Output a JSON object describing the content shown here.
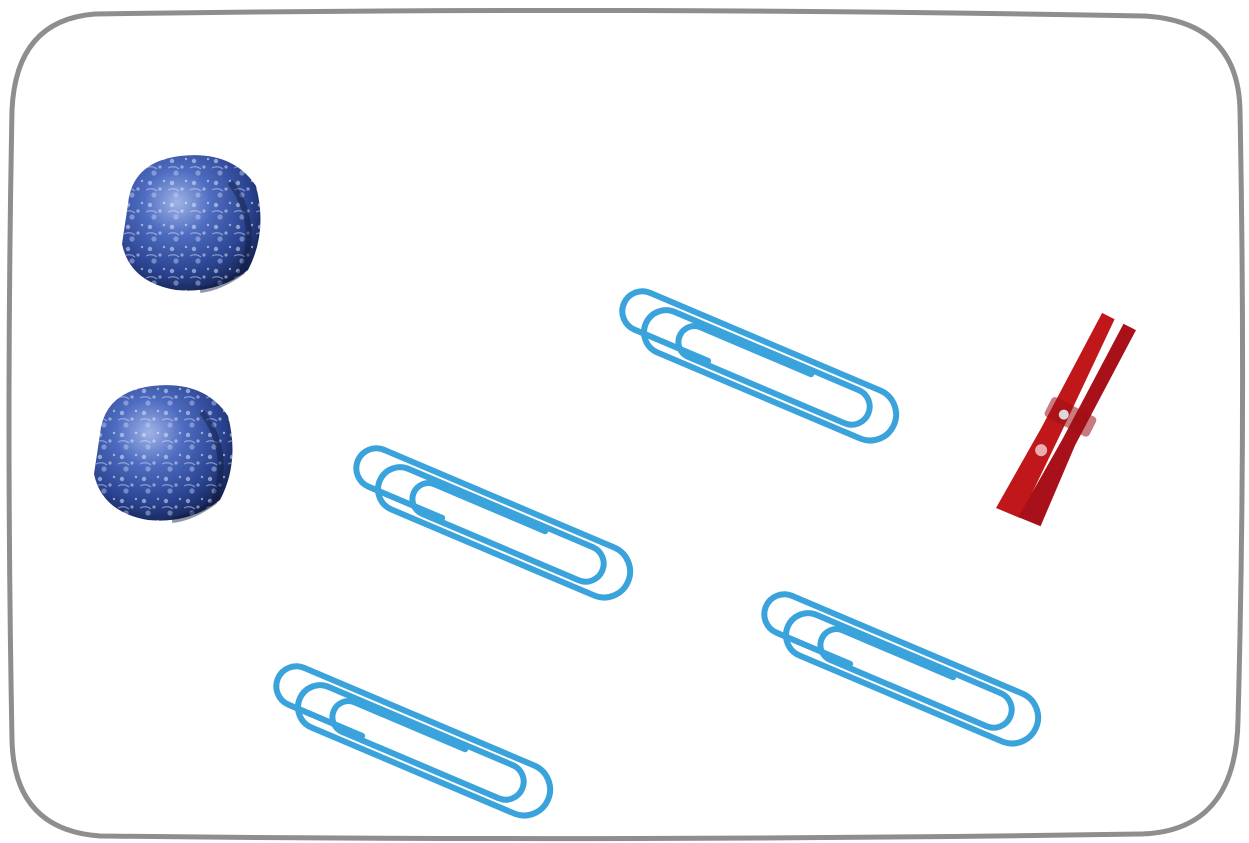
{
  "scene": {
    "background": "#ffffff",
    "frame_color": "#8e8e8e",
    "objects": [
      {
        "kind": "rock",
        "icon": "rock-icon",
        "color": "#2c4a9e",
        "count": 2
      },
      {
        "kind": "paper-clip",
        "icon": "paper-clip-icon",
        "color": "#3aa3dc",
        "count": 4
      },
      {
        "kind": "clothespin",
        "icon": "clothespin-icon",
        "color": "#c0171b",
        "count": 1
      }
    ]
  }
}
